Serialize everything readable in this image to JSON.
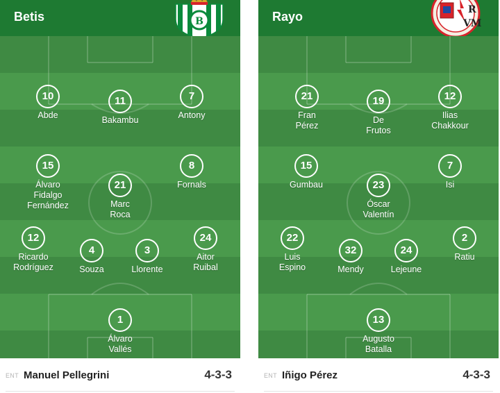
{
  "teams": [
    {
      "name": "Betis",
      "coach_prefix": "ENT",
      "coach": "Manuel Pellegrini",
      "formation": "4-3-3",
      "players": [
        {
          "number": "10",
          "name": "Abde"
        },
        {
          "number": "11",
          "name": "Bakambu"
        },
        {
          "number": "7",
          "name": "Antony"
        },
        {
          "number": "15",
          "name": "Álvaro\nFidalgo\nFernández"
        },
        {
          "number": "21",
          "name": "Marc\nRoca"
        },
        {
          "number": "8",
          "name": "Fornals"
        },
        {
          "number": "12",
          "name": "Ricardo\nRodríguez"
        },
        {
          "number": "4",
          "name": "Souza"
        },
        {
          "number": "3",
          "name": "Llorente"
        },
        {
          "number": "24",
          "name": "Aitor\nRuibal"
        },
        {
          "number": "1",
          "name": "Álvaro\nVallés"
        }
      ]
    },
    {
      "name": "Rayo",
      "coach_prefix": "ENT",
      "coach": "Iñigo Pérez",
      "formation": "4-3-3",
      "players": [
        {
          "number": "21",
          "name": "Fran\nPérez"
        },
        {
          "number": "19",
          "name": "De\nFrutos"
        },
        {
          "number": "12",
          "name": "Ilias\nChakkour"
        },
        {
          "number": "15",
          "name": "Gumbau"
        },
        {
          "number": "23",
          "name": "Óscar\nValentín"
        },
        {
          "number": "7",
          "name": "Isi"
        },
        {
          "number": "22",
          "name": "Luis\nEspino"
        },
        {
          "number": "32",
          "name": "Mendy"
        },
        {
          "number": "24",
          "name": "Lejeune"
        },
        {
          "number": "2",
          "name": "Ratiu"
        },
        {
          "number": "13",
          "name": "Augusto\nBatalla"
        }
      ]
    }
  ],
  "colors": {
    "header_bg": "#1e7a32",
    "pitch_dark": "#3f8a43",
    "pitch_light": "#4a9a4c",
    "betis_green": "#0b8a3c",
    "rayo_red": "#d8232a"
  },
  "icons": {
    "betis_crest": "betis-crest-icon",
    "rayo_crest": "rayo-crest-icon"
  }
}
